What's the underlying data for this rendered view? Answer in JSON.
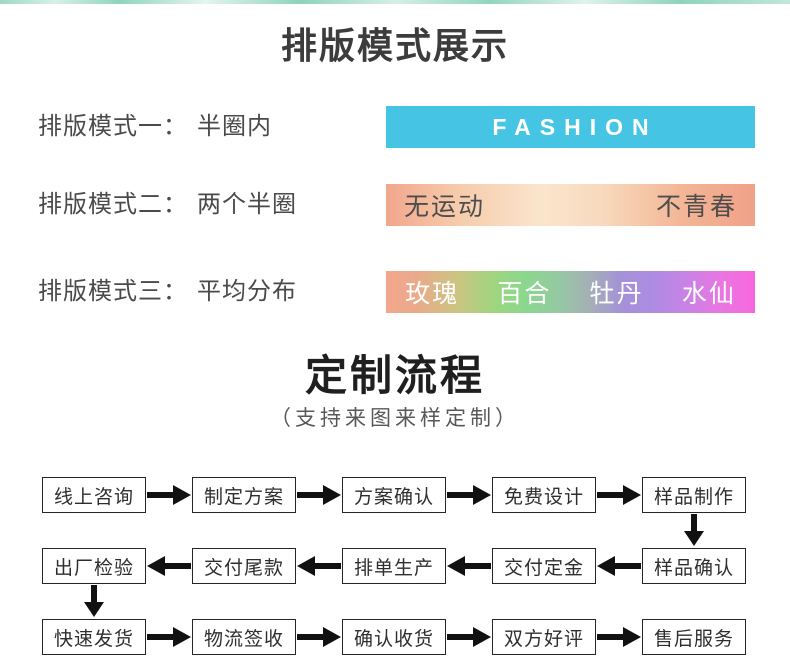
{
  "page": {
    "title": "排版模式展示",
    "top_strip_colors": [
      "#8ed3ba",
      "#d8f0e8",
      "#9bd8c3"
    ]
  },
  "modes": {
    "rows": [
      {
        "label": "排版模式一：",
        "value": "半圈内",
        "bar_style": "solid",
        "bar_color": "#45c4e4",
        "text_color": "#ffffff",
        "texts": [
          "FASHION"
        ]
      },
      {
        "label": "排版模式二：",
        "value": "两个半圈",
        "bar_style": "salmon-gradient",
        "bar_colors": [
          "#f2a68c",
          "#fae5cd",
          "#f0a187"
        ],
        "text_color": "#4d4d4d",
        "texts": [
          "无运动",
          "不青春"
        ]
      },
      {
        "label": "排版模式三：",
        "value": "平均分布",
        "bar_style": "rainbow-gradient",
        "bar_colors": [
          "#f3a78d",
          "#9cd680",
          "#8bd78f",
          "#a4b0b5",
          "#ad8ce3",
          "#f867df"
        ],
        "text_color": "#ffffff",
        "texts": [
          "玫瑰",
          "百合",
          "牡丹",
          "水仙"
        ]
      }
    ]
  },
  "process": {
    "title": "定制流程",
    "subtitle": "（支持来图来样定制）",
    "rows": [
      {
        "arrow_direction": "right",
        "steps": [
          "线上咨询",
          "制定方案",
          "方案确认",
          "免费设计",
          "样品制作"
        ]
      },
      {
        "arrow_direction": "left",
        "steps": [
          "出厂检验",
          "交付尾款",
          "排单生产",
          "交付定金",
          "样品确认"
        ]
      },
      {
        "arrow_direction": "right",
        "steps": [
          "快速发货",
          "物流签收",
          "确认收货",
          "双方好评",
          "售后服务"
        ]
      }
    ],
    "connectors": [
      {
        "side": "right",
        "from": "样品制作",
        "to": "样品确认"
      },
      {
        "side": "left",
        "from": "出厂检验",
        "to": "快速发货"
      }
    ],
    "arrow_color": "#111111"
  }
}
